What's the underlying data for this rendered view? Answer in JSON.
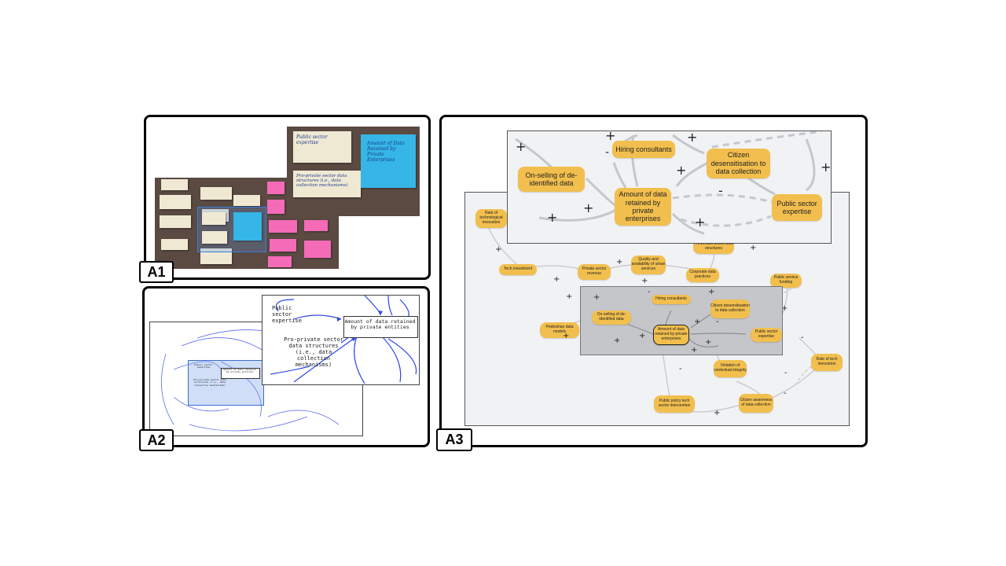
{
  "labels": {
    "a1": "A1",
    "a2": "A2",
    "a3": "A3"
  },
  "a1": {
    "zoom_notes": {
      "cream1": "Public sector expertise",
      "cream2": "Pro-private sector data structures (i.e., data collection mechanisms)",
      "blue": "Amount of Data Retained by Private Enterprises"
    }
  },
  "a2": {
    "zoom": {
      "expertise": "Public\nsector\nexpertise",
      "structures": "Pro-private sector\ndata structures\n(i.e., data\ncollection\nmechanisms)",
      "amount": "Amount of data retained\nby private entities"
    },
    "small": {
      "amount": "Amount of data retained by private entities",
      "expertise": "Public sector expertise",
      "structures": "Pro-private sector data structures (i.e., data collection mechanisms)"
    }
  },
  "a3": {
    "zoom": {
      "hiring": "Hiring consultants",
      "desens": "Citizen desensitisation to data collection",
      "onselling": "On-selling of de-identified data",
      "amount": "Amount of data retained by private enterprises",
      "expertise": "Public sector expertise"
    },
    "nodes": {
      "rate_tech": "Rate of technological innovation",
      "tech_inv": "Tech investment",
      "private_rev": "Private sector revenue",
      "quality": "Quality and availability of urban services",
      "corp_data": "Corporate data practices",
      "pro_private": "Pro-private sector data structures",
      "public_funding": "Public service funding",
      "hiring": "Hiring consultants",
      "desens": "Citizen desensitisation to data collection",
      "onselling": "On-selling of de-identified data",
      "amount": "Amount of data retained by private enterprises",
      "expertise": "Public sector expertise",
      "pedestrian": "Pedestrian data models",
      "violation": "Violation of contextual integrity",
      "rate_tech_inn": "Rate of tech innovation",
      "policy": "Public policy tech sector intervention",
      "awareness": "Citizen awareness of data collection"
    }
  }
}
